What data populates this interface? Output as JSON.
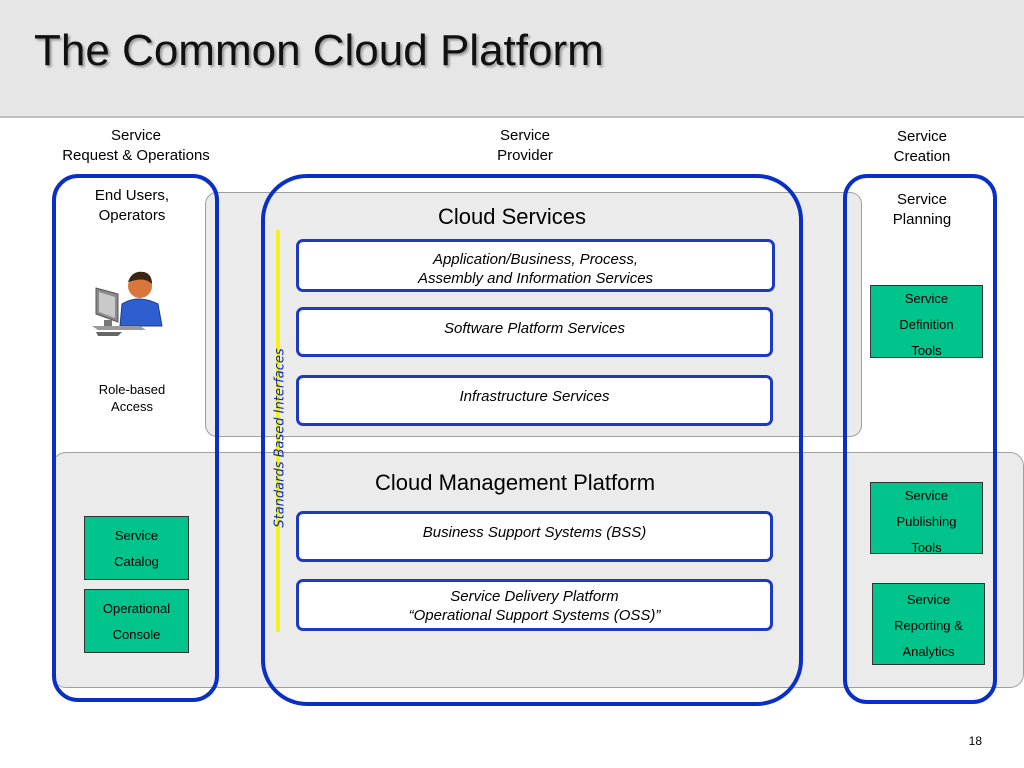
{
  "title": "The Common Cloud Platform",
  "headers": {
    "request_ops": [
      "Service",
      "Request & Operations"
    ],
    "provider": [
      "Service",
      "Provider"
    ],
    "creation": [
      "Service",
      "Creation"
    ]
  },
  "left": {
    "users": [
      "End Users,",
      "Operators"
    ],
    "role_access": [
      "Role-based",
      "Access"
    ],
    "icon": "user-at-computer-icon",
    "boxes": [
      [
        "Service",
        "Catalog"
      ],
      [
        "Operational",
        "Console"
      ]
    ]
  },
  "center": {
    "cloud_services_title": "Cloud Services",
    "cloud_services": [
      [
        "Application/Business, Process,",
        "Assembly and Information Services"
      ],
      [
        "Software Platform Services"
      ],
      [
        "Infrastructure Services"
      ]
    ],
    "management_title": "Cloud Management Platform",
    "management": [
      [
        "Business Support Systems (BSS)"
      ],
      [
        "Service Delivery Platform",
        "“Operational Support Systems (OSS)”"
      ]
    ],
    "interfaces_label": "Standards Based Interfaces"
  },
  "right": {
    "planning": [
      "Service",
      "Planning"
    ],
    "boxes": [
      [
        "Service",
        "Definition",
        "Tools"
      ],
      [
        "Service",
        "Publishing",
        "Tools"
      ],
      [
        "Service",
        "Reporting &",
        "Analytics"
      ]
    ]
  },
  "page_number": "18",
  "colors": {
    "frame_blue": "#0a2fc4",
    "box_green": "#00c48c",
    "interface_yellow": "#f2f21a",
    "panel_grey": "#ebebeb"
  }
}
